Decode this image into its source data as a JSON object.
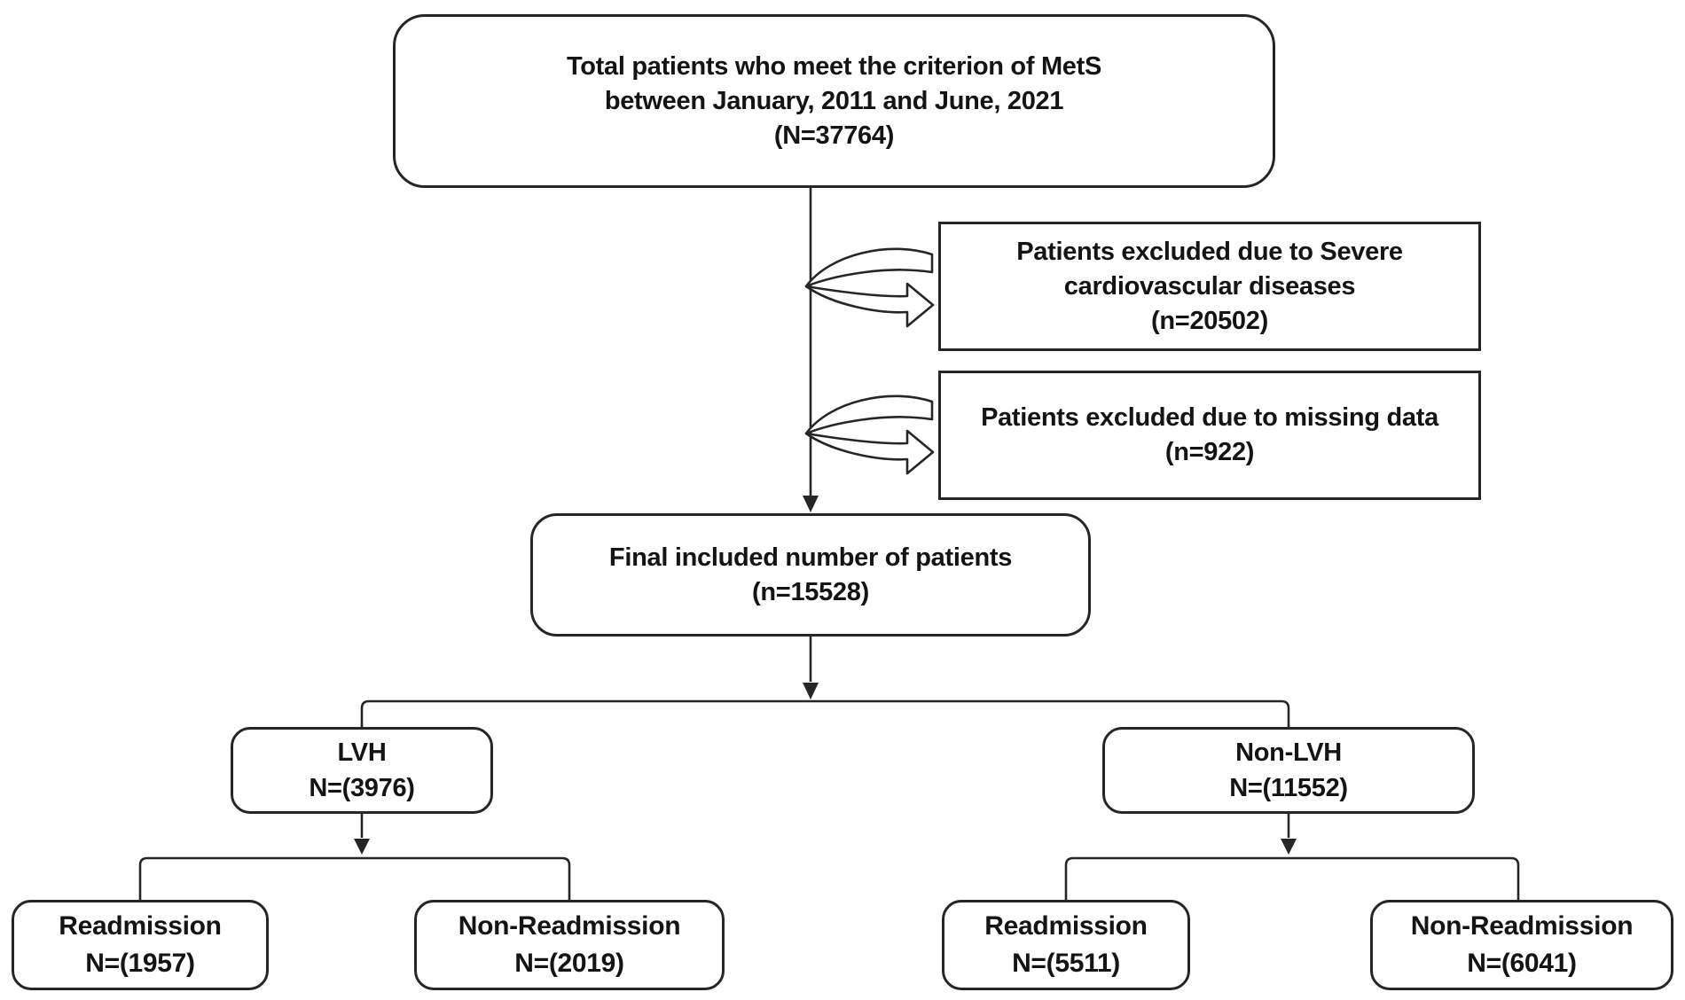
{
  "diagram": {
    "type": "patient-flow-chart",
    "colors": {
      "background": "#ffffff",
      "stroke": "#262626",
      "text": "#141414"
    },
    "top_box": {
      "lines": [
        "Total patients who meet the criterion of MetS",
        "between  January, 2011 and June, 2021",
        "(N=37764)"
      ],
      "n": 37764
    },
    "exclusions": [
      {
        "lines": [
          "Patients excluded due to Severe",
          "cardiovascular diseases",
          "(n=20502)"
        ],
        "n": 20502
      },
      {
        "lines": [
          "Patients excluded due to missing data",
          "(n=922)"
        ],
        "n": 922
      }
    ],
    "final_box": {
      "lines": [
        "Final included number of patients",
        "(n=15528)"
      ],
      "n": 15528
    },
    "groups": [
      {
        "lines": [
          "LVH",
          "N=(3976)"
        ],
        "n": 3976
      },
      {
        "lines": [
          "Non-LVH",
          "N=(11552)"
        ],
        "n": 11552
      }
    ],
    "leaves": [
      {
        "lines": [
          "Readmission",
          "N=(1957)"
        ],
        "n": 1957
      },
      {
        "lines": [
          "Non-Readmission",
          "N=(2019)"
        ],
        "n": 2019
      },
      {
        "lines": [
          "Readmission",
          "N=(5511)"
        ],
        "n": 5511
      },
      {
        "lines": [
          "Non-Readmission",
          "N=(6041)"
        ],
        "n": 6041
      }
    ]
  }
}
